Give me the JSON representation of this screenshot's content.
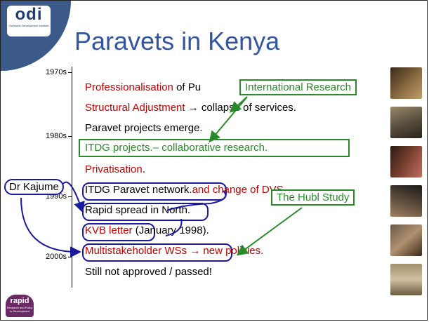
{
  "slide": {
    "title": "Paravets in Kenya",
    "logo_top": {
      "main": "odi",
      "sub": "Overseas Development Institute"
    },
    "logo_bottom": {
      "main": "rapid",
      "sub": "Research and Policy in Development"
    }
  },
  "timeline": {
    "years": [
      "1970s",
      "1980s",
      "1990s",
      "2000s"
    ],
    "lines": [
      {
        "part1": "Professionalisation",
        "part2": " of Pu"
      },
      {
        "part1": "Structural Adjustment",
        "part2": " → collapse of services."
      },
      {
        "part1": "",
        "part2": "Paravet projects emerge."
      },
      {
        "part1": "ITDG projects",
        "part2": ".– collaborative research."
      },
      {
        "part1": "Privatisation",
        "part2": "."
      },
      {
        "part1": "ITDG Paravet network",
        "part2": ".",
        "part3": "and change of DVS."
      },
      {
        "part1": "",
        "part2": "Rapid spread in North."
      },
      {
        "part1": "KVB letter",
        "part2": " (January 1998)."
      },
      {
        "part1": "Multistakeholder WSs",
        "part2": " → ",
        "part3": "new policies."
      },
      {
        "part1": "",
        "part2": "Still not approved / passed!"
      }
    ]
  },
  "callouts": {
    "international_research": "International Research",
    "hubl_study": "The Hubl Study",
    "dr_kajume": "Dr Kajume"
  },
  "colors": {
    "title": "#3355a0",
    "red": "#c00000",
    "green": "#2a8a2a",
    "oval": "#1a1aa0",
    "header": "#3b5a8a"
  }
}
